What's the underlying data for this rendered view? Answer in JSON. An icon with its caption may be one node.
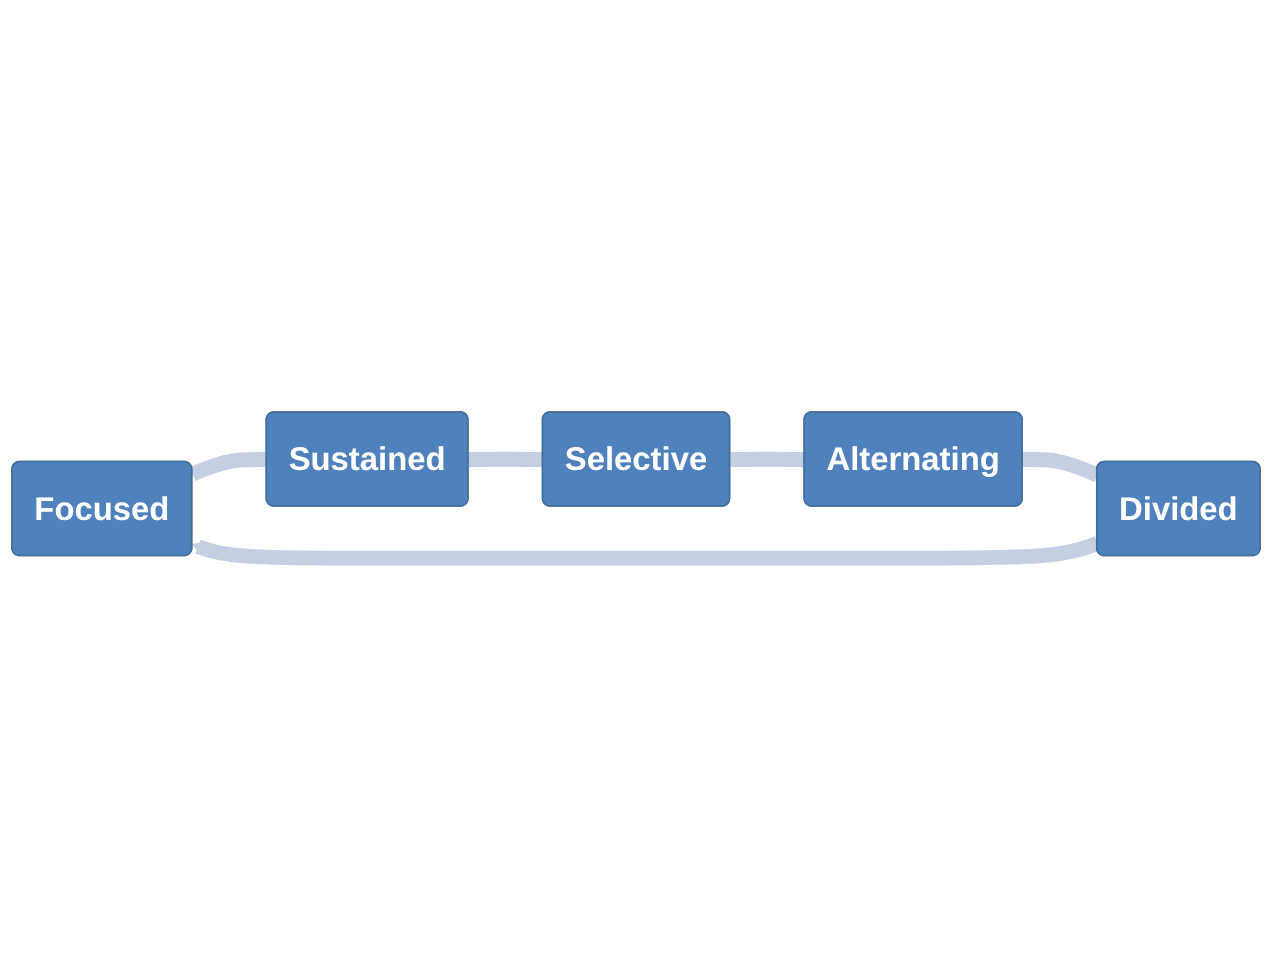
{
  "diagram": {
    "nodes": [
      {
        "text": [
          "Focused"
        ]
      },
      {
        "text": [
          "Sustained"
        ]
      },
      {
        "text": [
          "Selective"
        ]
      },
      {
        "text": [
          "Alternating"
        ]
      },
      {
        "text": [
          "Divided"
        ]
      }
    ],
    "edges": [
      {
        "from": 0,
        "to": 1,
        "arrow": "none"
      },
      {
        "from": 1,
        "to": 2,
        "arrow": "none"
      },
      {
        "from": 2,
        "to": 3,
        "arrow": "none"
      },
      {
        "from": 3,
        "to": 4,
        "arrow": "none"
      },
      {
        "from": 4,
        "to": 0,
        "arrow": "to"
      }
    ]
  }
}
